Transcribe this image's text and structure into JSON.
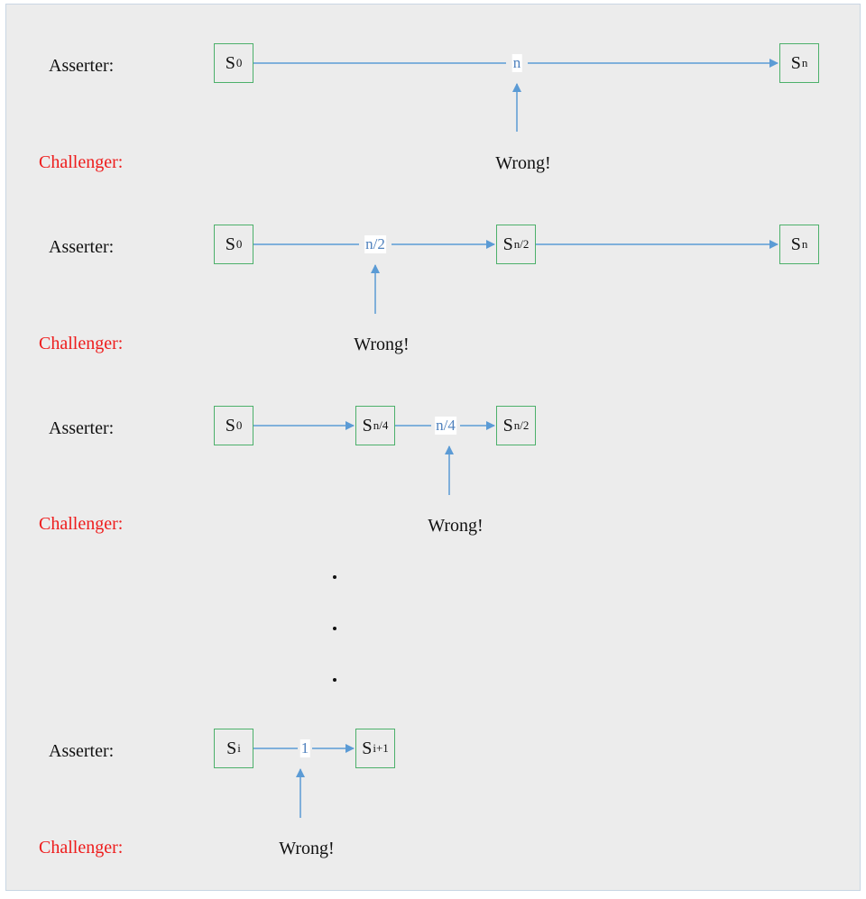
{
  "diagram": {
    "rows": [
      {
        "asserter_label": "Asserter:",
        "challenger_label": "Challenger:",
        "nodes": [
          {
            "base": "S",
            "sub": "0"
          },
          {
            "base": "S",
            "sub": "n"
          }
        ],
        "edges": [
          {
            "label": "n"
          }
        ],
        "wrong_text": "Wrong!"
      },
      {
        "asserter_label": "Asserter:",
        "challenger_label": "Challenger:",
        "nodes": [
          {
            "base": "S",
            "sub": "0"
          },
          {
            "base": "S",
            "sub": "n/2"
          },
          {
            "base": "S",
            "sub": "n"
          }
        ],
        "edges": [
          {
            "label": "n/2"
          },
          {
            "label": ""
          }
        ],
        "wrong_text": "Wrong!"
      },
      {
        "asserter_label": "Asserter:",
        "challenger_label": "Challenger:",
        "nodes": [
          {
            "base": "S",
            "sub": "0"
          },
          {
            "base": "S",
            "sub": "n/4"
          },
          {
            "base": "S",
            "sub": "n/2"
          }
        ],
        "edges": [
          {
            "label": ""
          },
          {
            "label": "n/4"
          }
        ],
        "wrong_text": "Wrong!"
      },
      {
        "asserter_label": "Asserter:",
        "challenger_label": "Challenger:",
        "nodes": [
          {
            "base": "S",
            "sub": "i"
          },
          {
            "base": "S",
            "sub": "i+1"
          }
        ],
        "edges": [
          {
            "label": "1"
          }
        ],
        "wrong_text": "Wrong!"
      }
    ],
    "colors": {
      "asserter_text": "#111111",
      "challenger_text": "#ee1c1c",
      "node_border": "#4cb06a",
      "arrow": "#5b9bd5",
      "edge_label": "#4f81bd"
    }
  }
}
